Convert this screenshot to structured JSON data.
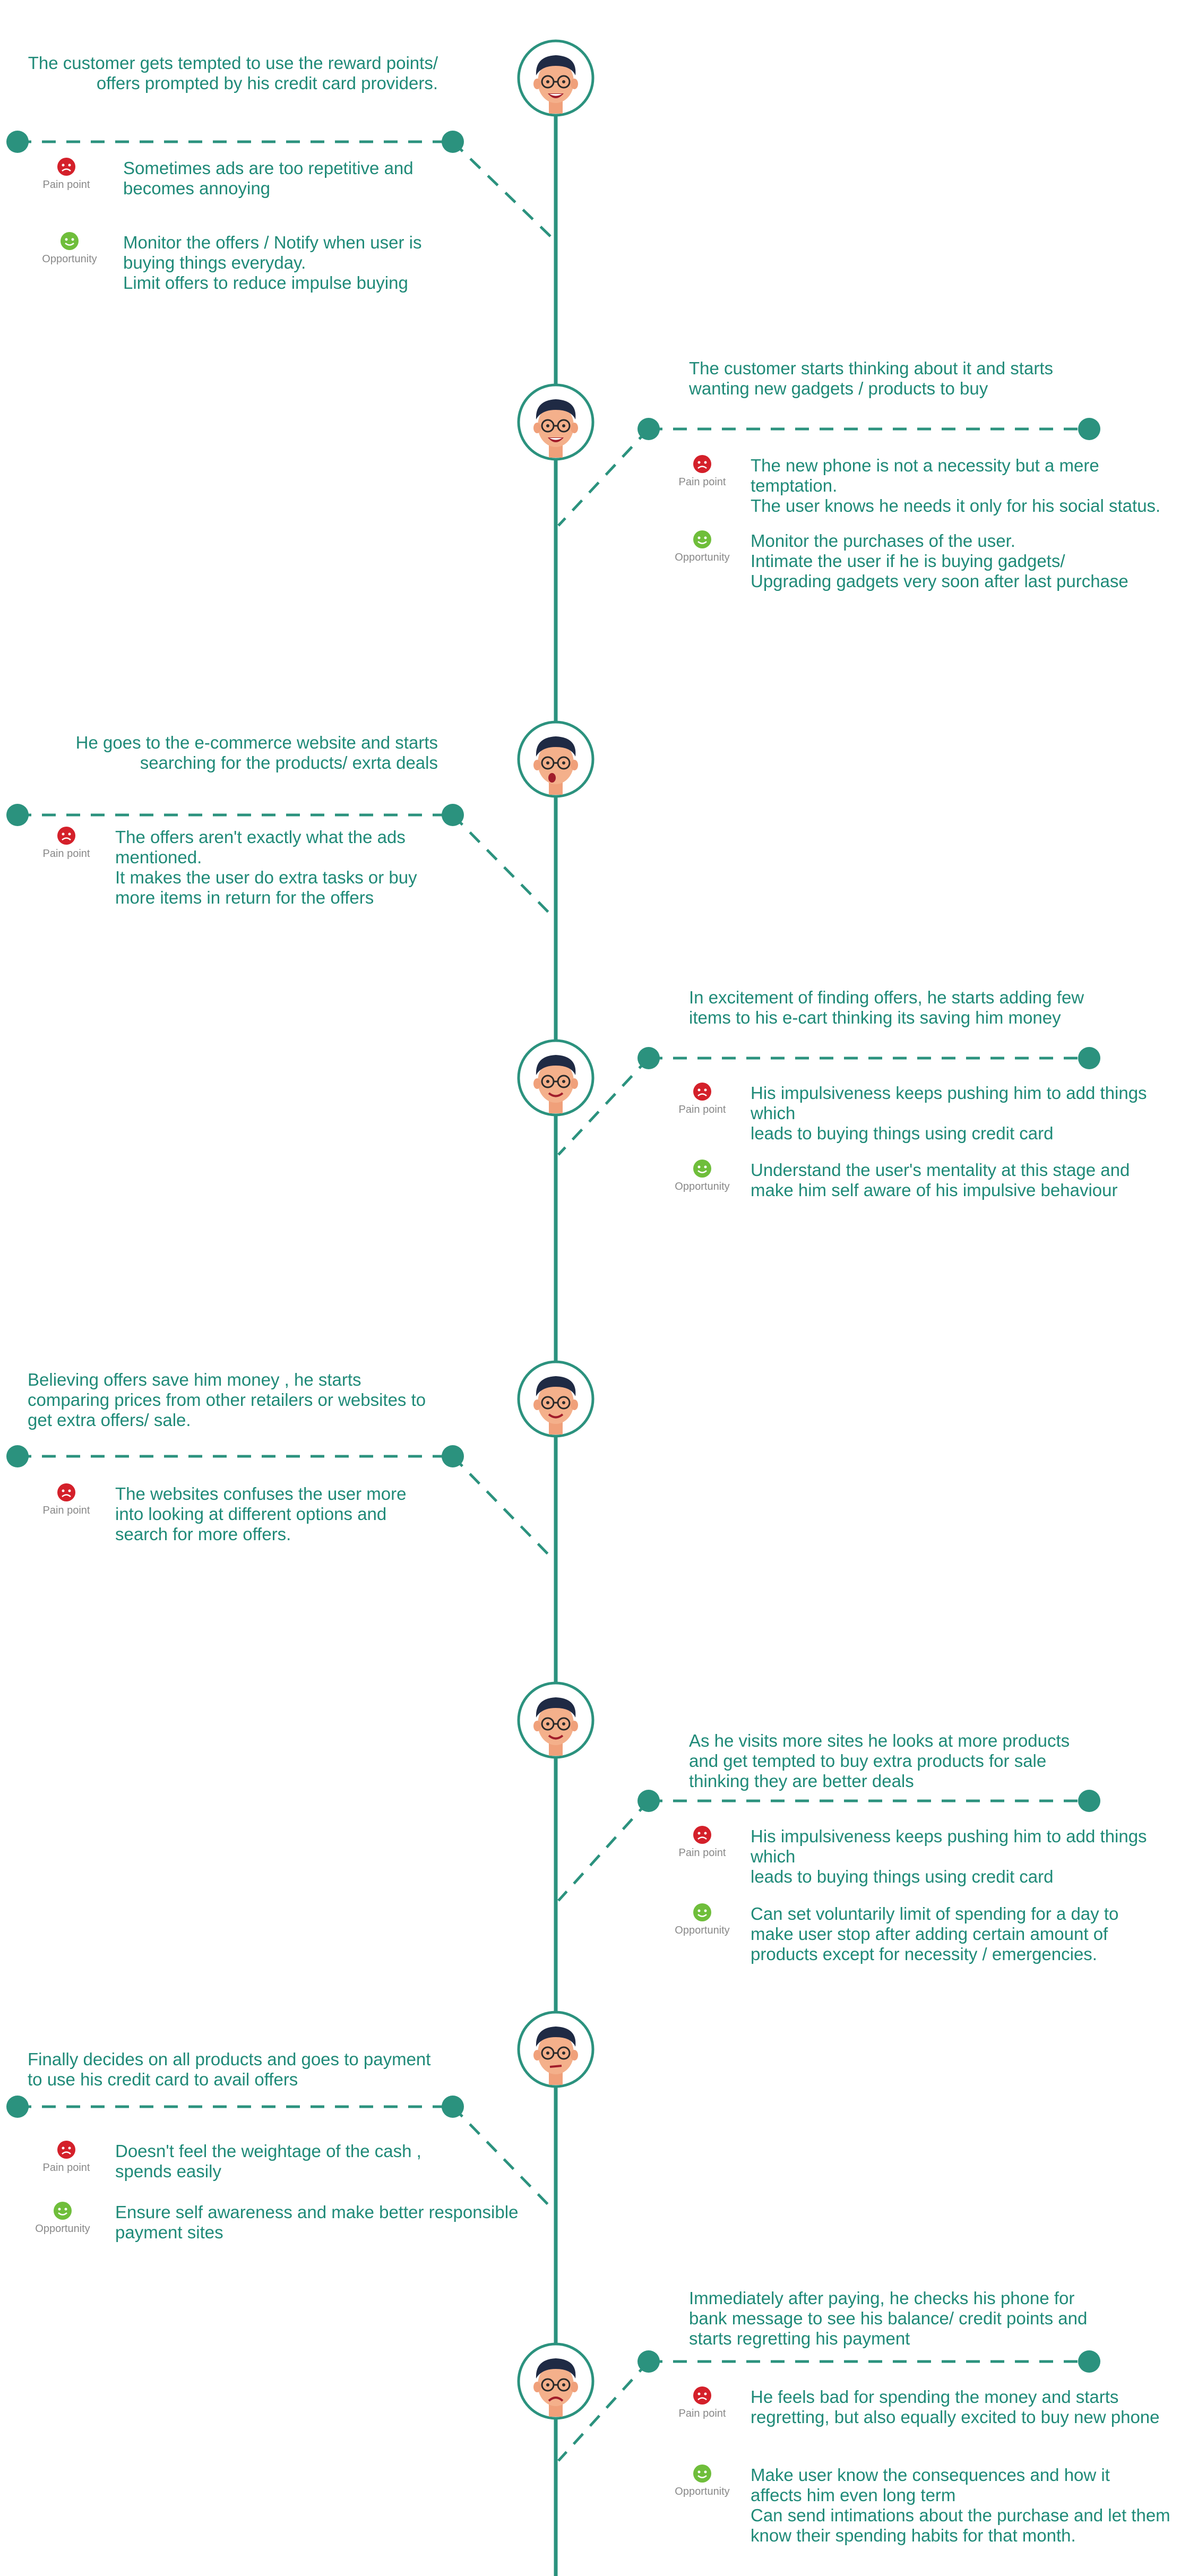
{
  "colors": {
    "accent": "#2b927e",
    "text": "#1f8a78",
    "pain": "#d4202a",
    "opportunity": "#6fbe3b"
  },
  "labels": {
    "pain": "Pain point",
    "opportunity": "Opportunity"
  },
  "stages": [
    {
      "side": "left",
      "face": "happy",
      "title": "The customer gets tempted to use the reward points/\noffers prompted by his credit card providers.",
      "pain": "Sometimes ads are too repetitive and\nbecomes annoying",
      "opportunity": "Monitor the offers / Notify when user is\nbuying things everyday.\nLimit offers to reduce impulse buying"
    },
    {
      "side": "right",
      "face": "happy",
      "title": "The customer starts thinking about it and starts\nwanting new gadgets / products to buy",
      "pain": "The new phone is not a necessity but a mere temptation.\nThe user knows he needs it only for his social status.",
      "opportunity": "Monitor the purchases of the user.\nIntimate the user if he is buying gadgets/\nUpgrading gadgets very soon after last purchase"
    },
    {
      "side": "left",
      "face": "surprised",
      "title": "He goes to the e-commerce website and starts\nsearching for the products/ exrta deals",
      "pain": "The offers aren't exactly what the ads\nmentioned.\nIt makes the user do extra tasks or buy\nmore items in return for the offers",
      "opportunity": null
    },
    {
      "side": "right",
      "face": "neutral",
      "title": "In excitement of finding offers, he starts adding few\nitems to his e-cart thinking its saving him money",
      "pain": "His impulsiveness keeps pushing him to add things which\nleads to buying things using credit card",
      "opportunity": "Understand the user's mentality at this stage and\nmake him self aware of his impulsive behaviour"
    },
    {
      "side": "left",
      "face": "neutral",
      "title": "Believing offers save him money , he starts\ncomparing prices from other retailers or websites to\nget extra offers/ sale.",
      "pain": "The websites confuses the user more\ninto looking at different options and\nsearch for more offers.",
      "opportunity": null
    },
    {
      "side": "right",
      "face": "neutral",
      "title": "As he visits more sites he looks at more products\nand get tempted to buy extra products for sale\nthinking they are better deals",
      "pain": "His impulsiveness keeps pushing him to add things which\nleads to buying things using credit card",
      "opportunity": "Can set voluntarily limit of spending for a day to\nmake user stop after adding certain amount of\nproducts except for necessity / emergencies."
    },
    {
      "side": "left",
      "face": "thinking",
      "title": "Finally decides on all products and goes to payment\nto use his credit card to avail offers",
      "pain": "Doesn't feel the weightage of the cash ,\nspends easily",
      "opportunity": "Ensure self awareness and make better responsible\npayment sites"
    },
    {
      "side": "right",
      "face": "worried",
      "title": "Immediately after paying, he checks his phone for\nbank message to see his balance/ credit points and\nstarts regretting his payment",
      "pain": "He feels bad for spending the money and starts\nregretting, but also equally excited to buy new phone",
      "opportunity": "Make user know the consequences and how it\naffects him even long term\nCan send intimations about the purchase and let them\nknow their spending habits for that month."
    }
  ]
}
